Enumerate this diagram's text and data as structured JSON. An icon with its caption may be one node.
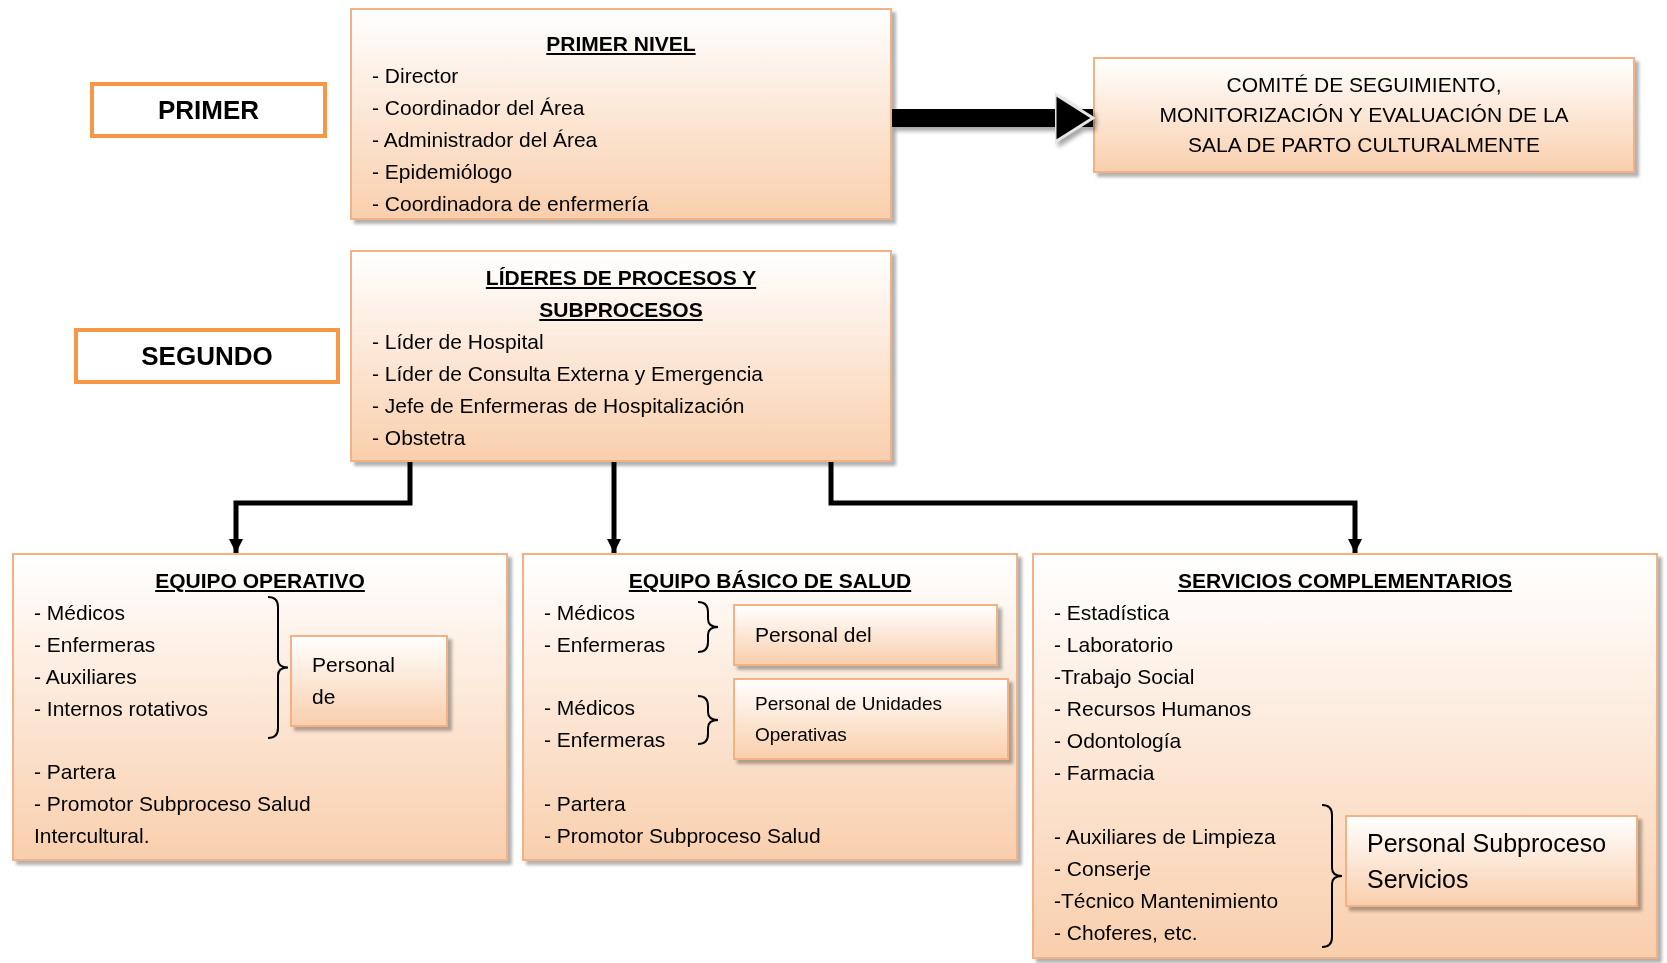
{
  "diagram": {
    "nodes": [
      {
        "text": [
          "PRIMER"
        ]
      },
      {
        "text": [
          "PRIMER NIVEL",
          "- Director",
          "- Coordinador del Área",
          "- Administrador del Área",
          "- Epidemiólogo",
          "- Coordinadora de enfermería"
        ]
      },
      {
        "text": [
          "COMITÉ DE SEGUIMIENTO, MONITORIZACIÓN Y EVALUACIÓN DE LA SALA DE PARTO CULTURALMENTE"
        ]
      },
      {
        "text": [
          "SEGUNDO"
        ]
      },
      {
        "text": [
          "LÍDERES DE PROCESOS Y SUBPROCESOS",
          "- Líder de Hospital",
          "- Líder de Consulta Externa y Emergencia",
          "- Jefe de Enfermeras de Hospitalización",
          "- Obstetra"
        ]
      },
      {
        "text": [
          "EQUIPO OPERATIVO",
          "- Médicos",
          "- Enfermeras",
          "- Auxiliares",
          "- Internos rotativos",
          "- Partera",
          "- Promotor Subproceso Salud Intercultural."
        ]
      },
      {
        "text": [
          "Personal de"
        ],
        "in": 5
      },
      {
        "text": [
          "EQUIPO BÁSICO DE SALUD",
          "- Médicos",
          "- Enfermeras",
          "- Médicos",
          "- Enfermeras",
          "- Partera",
          "- Promotor Subproceso Salud"
        ]
      },
      {
        "text": [
          "Personal del"
        ],
        "in": 7
      },
      {
        "text": [
          "Personal de Unidades Operativas"
        ],
        "in": 7
      },
      {
        "text": [
          "SERVICIOS COMPLEMENTARIOS",
          "- Estadística",
          "- Laboratorio",
          "-Trabajo Social",
          "- Recursos Humanos",
          "- Odontología",
          "- Farmacia",
          "- Auxiliares de Limpieza",
          "- Conserje",
          "-Técnico Mantenimiento",
          "- Choferes, etc."
        ]
      },
      {
        "text": [
          "Personal Subproceso Servicios"
        ],
        "in": 10
      }
    ],
    "edges": [
      {
        "from": 1,
        "to": 2,
        "arrow": "to",
        "style": "thick"
      },
      {
        "from": 4,
        "to": 5,
        "arrow": "to"
      },
      {
        "from": 4,
        "to": 7,
        "arrow": "to"
      },
      {
        "from": 4,
        "to": 10,
        "arrow": "to"
      }
    ]
  }
}
